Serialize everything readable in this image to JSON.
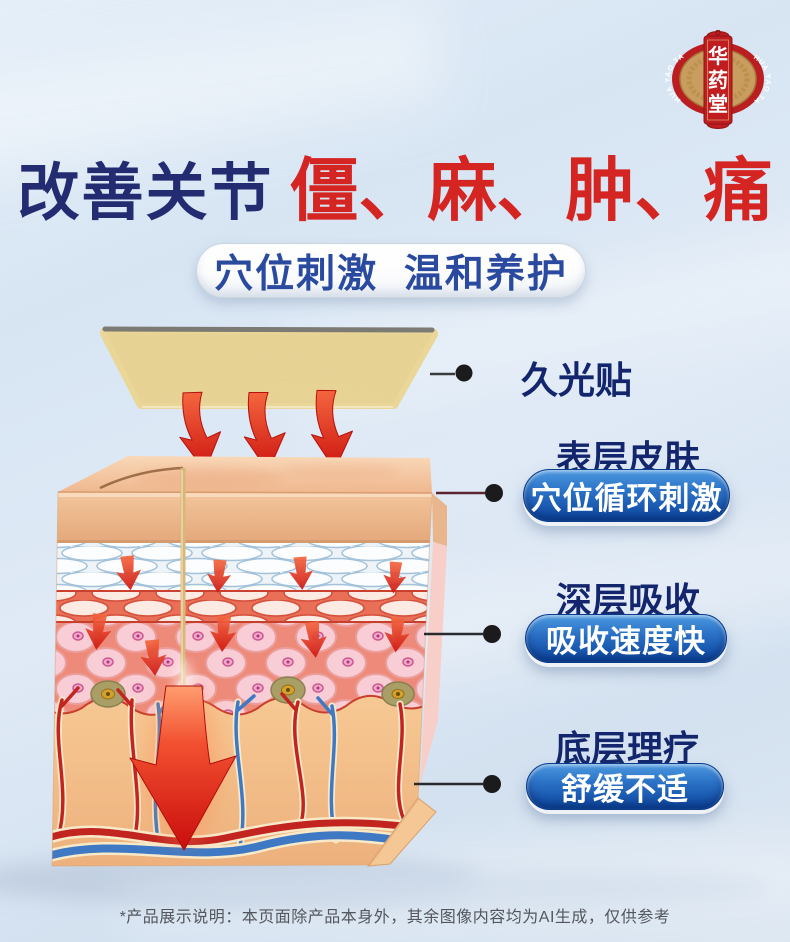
{
  "brand": {
    "name": "华药堂",
    "chars": [
      "华",
      "药",
      "堂"
    ],
    "ring_text_left": "HUA YAO TANG",
    "ring_text_right": "HUA YAO TANG"
  },
  "title": {
    "blue": "改善关节",
    "red": "僵、麻、肿、痛"
  },
  "subtitle_pill": {
    "text": "穴位刺激  温和养护"
  },
  "callouts": {
    "patch_label": "久光贴",
    "items": [
      {
        "heading": "表层皮肤",
        "badge": "穴位循环刺激"
      },
      {
        "heading": "深层吸收",
        "badge": "吸收速度快"
      },
      {
        "heading": "底层理疗",
        "badge": "舒缓不适"
      }
    ]
  },
  "footer": {
    "text": "*产品展示说明：本页面除产品本身外，其余图像内容均为AI生成，仅供参考"
  },
  "colors": {
    "background": "#dbe7f4",
    "title_blue": "#232b71",
    "title_red": "#d52522",
    "heading_navy": "#13266d",
    "badge_blue_top": "#4c99e0",
    "badge_blue_bottom": "#0d47a1",
    "pill_text_blue": "#2a4aa0",
    "patch_tan": "#ead697",
    "skin_peach": "#f2bd92",
    "leader_dot": "#1b1b1d",
    "arrow_red": "#d41a12"
  }
}
